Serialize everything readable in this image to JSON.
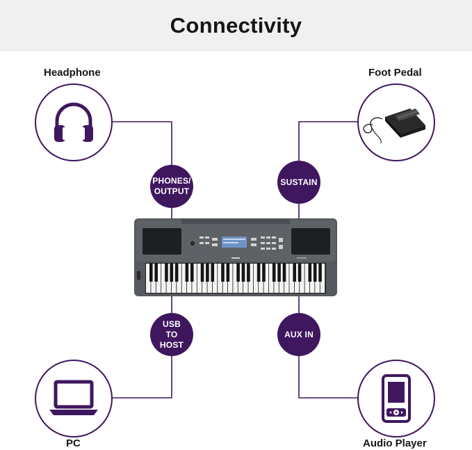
{
  "header": {
    "title": "Connectivity"
  },
  "devices": {
    "headphone": {
      "label": "Headphone",
      "icon": "headphone-icon"
    },
    "foot_pedal": {
      "label": "Foot Pedal",
      "icon": "foot-pedal-icon"
    },
    "pc": {
      "label": "PC",
      "icon": "laptop-icon"
    },
    "audio_player": {
      "label": "Audio Player",
      "icon": "audio-player-icon"
    }
  },
  "ports": {
    "phones_output": "PHONES/\nOUTPUT",
    "sustain": "SUSTAIN",
    "usb_to_host": "USB\nTO\nHOST",
    "aux_in": "AUX IN"
  },
  "colors": {
    "accent": "#3f175f",
    "header_bg": "#f0f0f0",
    "keyboard_body": "#55585c"
  }
}
